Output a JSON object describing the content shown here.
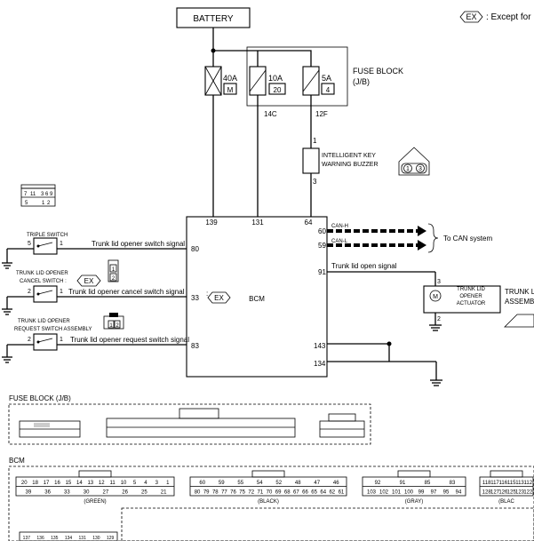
{
  "legend": {
    "code": "EX",
    "text": ": Except for"
  },
  "battery": {
    "label": "BATTERY"
  },
  "fuses": [
    {
      "rating": "40A",
      "number": "M"
    },
    {
      "rating": "10A",
      "number": "20"
    },
    {
      "rating": "5A",
      "number": "4"
    }
  ],
  "fuse_block": {
    "title": "FUSE BLOCK",
    "subtitle": "(J/B)",
    "connector_left": "14C",
    "connector_right": "12F"
  },
  "buzzer": {
    "line1": "INTELLIGENT KEY",
    "line2": "WARNING BUZZER",
    "pin_top": "1",
    "pin_bottom": "3",
    "conn_pins": [
      "1",
      "3"
    ]
  },
  "bcm": {
    "label": "BCM",
    "top_pins": [
      "139",
      "131",
      "64"
    ],
    "left_pins": [
      "80",
      "33",
      "83"
    ],
    "left_pin_ex": "EX",
    "right_pins": [
      "60",
      "59",
      "91",
      "143",
      "134"
    ]
  },
  "can": {
    "high": "CAN-H",
    "low": "CAN-L",
    "dest": "To CAN system"
  },
  "small_connector_pins": [
    "7",
    "11",
    "3",
    "6",
    "9",
    "5",
    "1",
    "2"
  ],
  "triple_switch": {
    "label": "TRIPLE SWITCH",
    "pin_left": "5",
    "pin_right": "1",
    "signal": "Trunk lid opener switch signal"
  },
  "cancel_switch": {
    "line1": "TRUNK LID OPENER",
    "line2": "CANCEL SWITCH :",
    "ex": "EX",
    "pin_left": "2",
    "pin_right": "1",
    "signal": "Trunk lid opener cancel switch signal",
    "conn_pins": [
      "1",
      "2"
    ]
  },
  "request_switch": {
    "line1": "TRUNK LID OPENER",
    "line2": "REQUEST SWITCH ASSEMBLY",
    "pin_left": "2",
    "pin_right": "1",
    "signal": "Trunk lid opener request switch signal",
    "conn_pins": [
      "1",
      "2"
    ]
  },
  "actuator": {
    "line1": "TRUNK LID",
    "line2": "OPENER",
    "line3": "ACTUATOR",
    "motor": "M",
    "pin_top": "3",
    "pin_bottom": "2",
    "signal": "Trunk lid open signal"
  },
  "trunk_assembly": {
    "line1": "TRUNK L",
    "line2": "ASSEMB"
  },
  "fuse_block_section": {
    "title": "FUSE BLOCK (J/B)"
  },
  "bcm_section": {
    "title": "BCM",
    "connectors": [
      {
        "color": "(GREEN)",
        "row1": [
          "20",
          "18",
          "17",
          "16",
          "15",
          "14",
          "13",
          "12",
          "11",
          "10",
          "5",
          "4",
          "3",
          "1"
        ],
        "row2": [
          "39",
          "36",
          "33",
          "30",
          "27",
          "26",
          "25",
          "21"
        ]
      },
      {
        "color": "(BLACK)",
        "row1": [
          "60",
          "59",
          "55",
          "54",
          "52",
          "48",
          "47",
          "46"
        ],
        "row2": [
          "80",
          "79",
          "78",
          "77",
          "76",
          "75",
          "72",
          "71",
          "70",
          "69",
          "68",
          "67",
          "66",
          "65",
          "64",
          "62",
          "61"
        ]
      },
      {
        "color": "(GRAY)",
        "row1": [
          "92",
          "91",
          "85",
          "83"
        ],
        "row2": [
          "103",
          "102",
          "101",
          "100",
          "99",
          "97",
          "95",
          "94"
        ]
      },
      {
        "color": "(BLAC",
        "row1": [
          "118",
          "117",
          "116",
          "115",
          "113",
          "112"
        ],
        "row2": [
          "128",
          "127",
          "126",
          "125",
          "123",
          "122"
        ]
      }
    ],
    "bottom_connector": [
      "137",
      "136",
      "135",
      "134",
      "131",
      "130",
      "129"
    ]
  }
}
